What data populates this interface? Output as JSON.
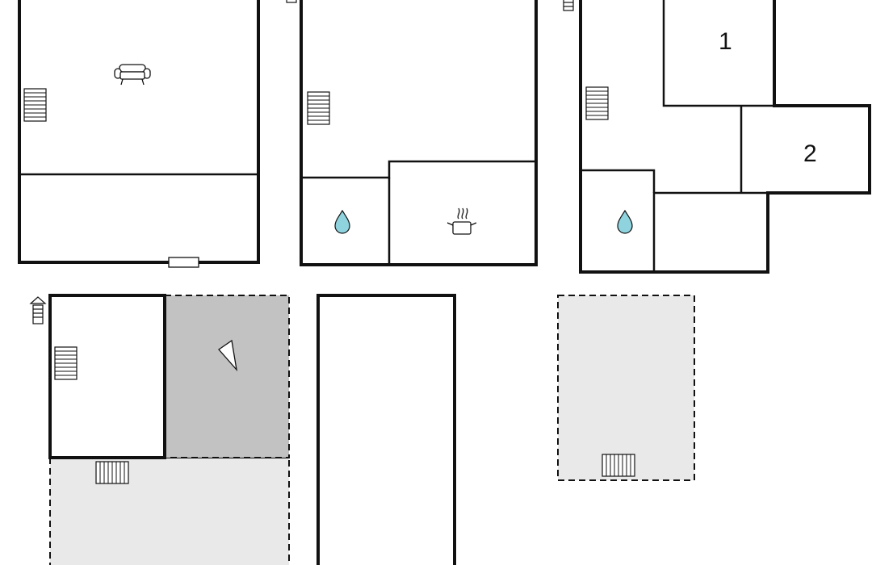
{
  "plan": {
    "colors": {
      "wall": "#111111",
      "background": "#ffffff",
      "terrace_dark": "#c2c2c2",
      "terrace_light": "#e9e9e9",
      "water": "#8fd3df"
    },
    "floors": [
      {
        "id": "floor-left",
        "rooms": [
          "living-room",
          "lower-room"
        ],
        "icons": [
          "stairs-icon",
          "sofa-icon",
          "window-icon"
        ]
      },
      {
        "id": "floor-middle",
        "rooms": [
          "main-room",
          "bathroom",
          "kitchen"
        ],
        "icons": [
          "stairs-icon",
          "water-drop-icon",
          "cooking-pot-icon"
        ]
      },
      {
        "id": "floor-right",
        "rooms": [
          "hall",
          "bedroom-1",
          "bedroom-2",
          "bathroom",
          "small-room"
        ],
        "icons": [
          "stairs-icon",
          "water-drop-icon"
        ],
        "room_labels": [
          "1",
          "2"
        ]
      },
      {
        "id": "ground-left",
        "rooms": [
          "stair-room",
          "covered-terrace",
          "terrace"
        ],
        "icons": [
          "entrance-icon",
          "stairs-icon",
          "view-direction-icon"
        ]
      },
      {
        "id": "ground-middle",
        "rooms": [
          "garage"
        ],
        "icons": []
      },
      {
        "id": "ground-right",
        "rooms": [
          "terrace"
        ],
        "icons": [
          "stairs-icon"
        ]
      }
    ]
  }
}
